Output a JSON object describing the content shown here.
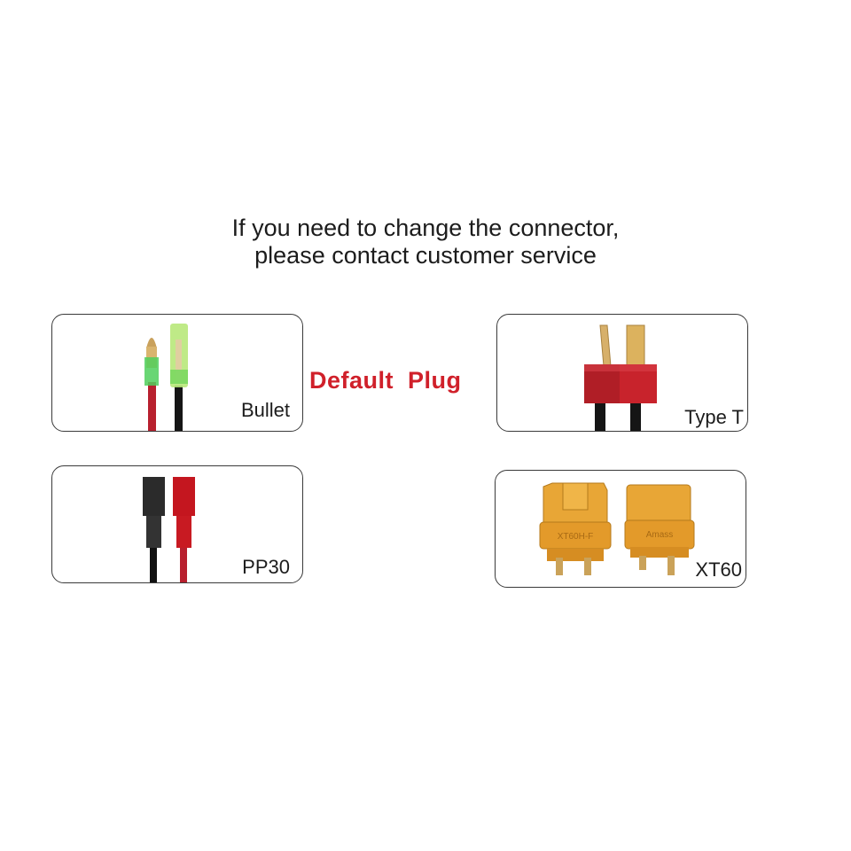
{
  "heading": {
    "line1": "If you need to change the connector,",
    "line2": "please contact customer service"
  },
  "default_plug_label": "Default  Plug",
  "connectors": {
    "bullet": {
      "label": "Bullet",
      "icon": "bullet-connector-icon"
    },
    "type_t": {
      "label": "Type T",
      "icon": "type-t-connector-icon"
    },
    "pp30": {
      "label": "PP30",
      "icon": "pp30-connector-icon"
    },
    "xt60": {
      "label": "XT60",
      "icon": "xt60-connector-icon",
      "molded_text": [
        "XT60H-F",
        "Amass"
      ]
    }
  },
  "colors": {
    "accent_red": "#d0202a",
    "card_border": "#3a3a3a",
    "wire_red": "#b8202e",
    "wire_black": "#151515",
    "connector_yellow": "#e8a636"
  }
}
